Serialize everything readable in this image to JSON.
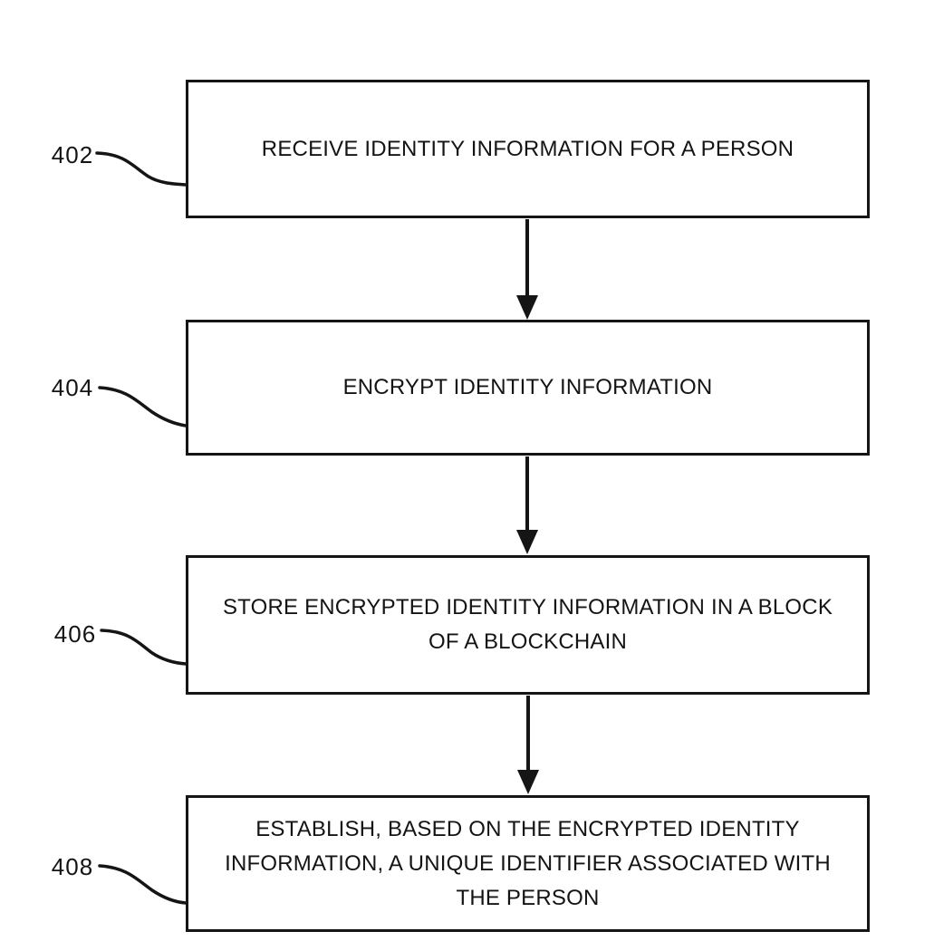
{
  "figure": {
    "type": "flowchart",
    "background_color": "#ffffff",
    "line_color": "#151515",
    "direction": "top-to-bottom",
    "steps": [
      {
        "ref": "402",
        "label": "RECEIVE IDENTITY INFORMATION FOR A PERSON",
        "lines": [
          "RECEIVE IDENTITY INFORMATION FOR A PERSON"
        ]
      },
      {
        "ref": "404",
        "label": "ENCRYPT IDENTITY INFORMATION",
        "lines": [
          "ENCRYPT IDENTITY INFORMATION"
        ]
      },
      {
        "ref": "406",
        "label": "STORE ENCRYPTED IDENTITY INFORMATION IN A BLOCK OF A BLOCKCHAIN",
        "lines": [
          "STORE ENCRYPTED IDENTITY INFORMATION IN A BLOCK",
          "OF A BLOCKCHAIN"
        ]
      },
      {
        "ref": "408",
        "label": "ESTABLISH, BASED ON THE ENCRYPTED IDENTITY INFORMATION, A UNIQUE IDENTIFIER ASSOCIATED WITH THE PERSON",
        "lines": [
          "ESTABLISH, BASED ON THE ENCRYPTED IDENTITY",
          "INFORMATION, A UNIQUE IDENTIFIER ASSOCIATED WITH",
          "THE PERSON"
        ]
      }
    ],
    "connections": [
      {
        "from": "402",
        "to": "404"
      },
      {
        "from": "404",
        "to": "406"
      },
      {
        "from": "406",
        "to": "408"
      }
    ]
  }
}
